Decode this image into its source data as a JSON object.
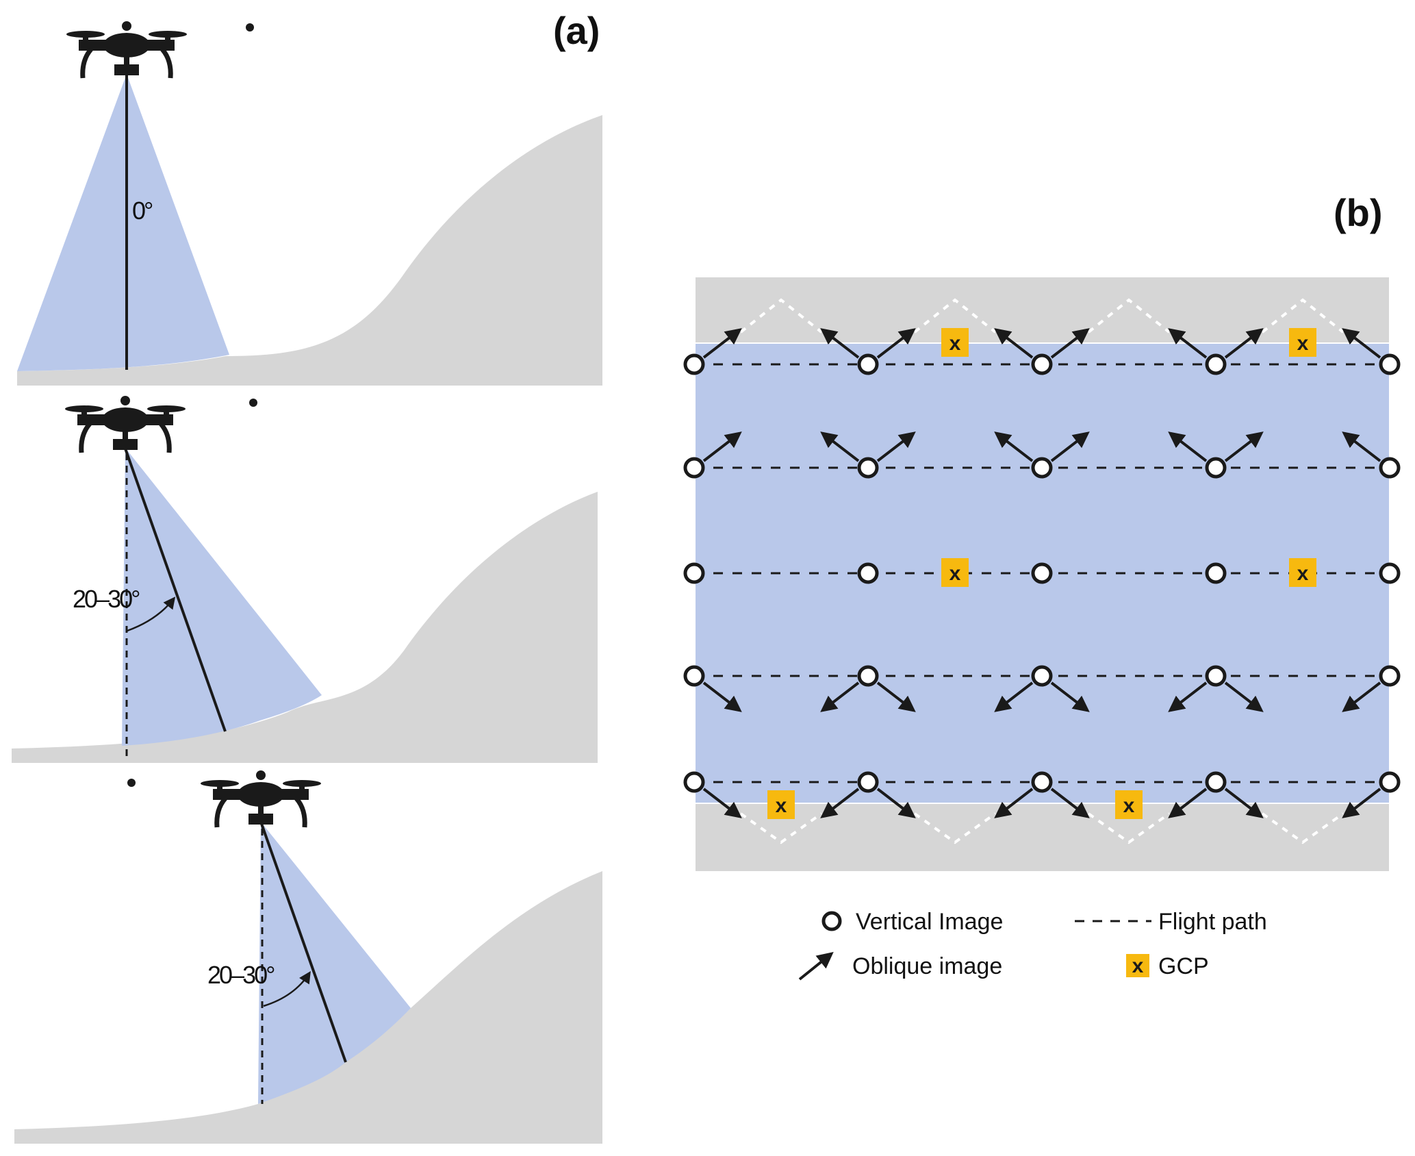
{
  "figure": {
    "panel_a_label": "(a)",
    "panel_b_label": "(b)"
  },
  "panel_a": {
    "views": [
      {
        "name": "vertical-view",
        "angle_label": "0°",
        "tilt_deg": 0
      },
      {
        "name": "oblique-view-flat",
        "angle_label": "20–30°",
        "tilt_range_deg": [
          20,
          30
        ]
      },
      {
        "name": "oblique-view-slope",
        "angle_label": "20–30°",
        "tilt_range_deg": [
          20,
          30
        ]
      }
    ]
  },
  "panel_b": {
    "rows": 5,
    "columns": 5,
    "oblique_pattern": [
      {
        "row": 1,
        "directions": [
          [
            "ne"
          ],
          [
            "nw",
            "ne"
          ],
          [
            "nw",
            "ne"
          ],
          [
            "nw",
            "ne"
          ],
          [
            "nw"
          ]
        ]
      },
      {
        "row": 2,
        "directions": [
          [
            "ne"
          ],
          [
            "nw",
            "ne"
          ],
          [
            "nw",
            "ne"
          ],
          [
            "nw",
            "ne"
          ],
          [
            "nw"
          ]
        ]
      },
      {
        "row": 3,
        "directions": [
          [],
          [],
          [],
          [],
          []
        ]
      },
      {
        "row": 4,
        "directions": [
          [
            "se"
          ],
          [
            "sw",
            "se"
          ],
          [
            "sw",
            "se"
          ],
          [
            "sw",
            "se"
          ],
          [
            "sw"
          ]
        ]
      },
      {
        "row": 5,
        "directions": [
          [
            "se"
          ],
          [
            "sw",
            "se"
          ],
          [
            "sw",
            "se"
          ],
          [
            "sw",
            "se"
          ],
          [
            "sw"
          ]
        ]
      }
    ],
    "gcps": [
      {
        "row_pos": "top-edge",
        "between_columns": [
          2,
          3
        ],
        "label": "x"
      },
      {
        "row_pos": "top-edge",
        "between_columns": [
          4,
          5
        ],
        "label": "x"
      },
      {
        "row_pos": "row-3",
        "between_columns": [
          2,
          3
        ],
        "label": "x"
      },
      {
        "row_pos": "row-3",
        "between_columns": [
          4,
          5
        ],
        "label": "x"
      },
      {
        "row_pos": "bottom-edge",
        "between_columns": [
          1,
          2
        ],
        "label": "x"
      },
      {
        "row_pos": "bottom-edge",
        "between_columns": [
          3,
          4
        ],
        "label": "x"
      }
    ],
    "colors": {
      "coverage_blue": "#b9c8ea",
      "terrain_gray": "#d6d6d6",
      "gcp_yellow": "#f7b90f",
      "line_black": "#1a1a1a"
    }
  },
  "legend": {
    "vertical_image": "Vertical Image",
    "oblique_image": "Oblique image",
    "flight_path": "Flight path",
    "gcp": "GCP",
    "gcp_symbol": "x"
  }
}
